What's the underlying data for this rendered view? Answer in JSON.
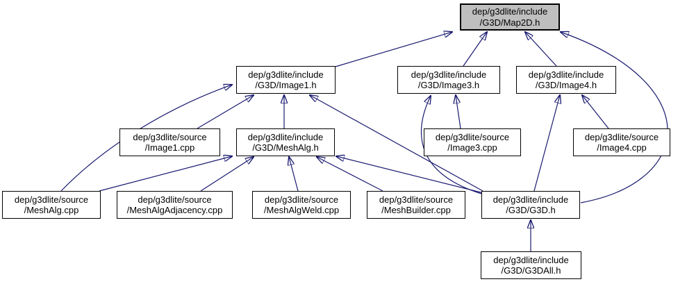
{
  "colors": {
    "background": "#ffffff",
    "edge": "#191970",
    "node_border": "#000000",
    "node_fill": "#ffffff",
    "root_node_fill": "#bfbfbf",
    "text": "#000000"
  },
  "graph": {
    "type": "include-dependency-graph",
    "root": "/G3D/Map2D.h",
    "nodes": {
      "map2d_h": {
        "line1": "dep/g3dlite/include",
        "line2": "/G3D/Map2D.h"
      },
      "image1_h": {
        "line1": "dep/g3dlite/include",
        "line2": "/G3D/Image1.h"
      },
      "image3_h": {
        "line1": "dep/g3dlite/include",
        "line2": "/G3D/Image3.h"
      },
      "image4_h": {
        "line1": "dep/g3dlite/include",
        "line2": "/G3D/Image4.h"
      },
      "image1_cpp": {
        "line1": "dep/g3dlite/source",
        "line2": "/Image1.cpp"
      },
      "meshalg_h": {
        "line1": "dep/g3dlite/include",
        "line2": "/G3D/MeshAlg.h"
      },
      "image3_cpp": {
        "line1": "dep/g3dlite/source",
        "line2": "/Image3.cpp"
      },
      "image4_cpp": {
        "line1": "dep/g3dlite/source",
        "line2": "/Image4.cpp"
      },
      "meshalg_cpp": {
        "line1": "dep/g3dlite/source",
        "line2": "/MeshAlg.cpp"
      },
      "meshalgadjacency_cpp": {
        "line1": "dep/g3dlite/source",
        "line2": "/MeshAlgAdjacency.cpp"
      },
      "meshalgweld_cpp": {
        "line1": "dep/g3dlite/source",
        "line2": "/MeshAlgWeld.cpp"
      },
      "meshbuilder_cpp": {
        "line1": "dep/g3dlite/source",
        "line2": "/MeshBuilder.cpp"
      },
      "g3d_h": {
        "line1": "dep/g3dlite/include",
        "line2": "/G3D/G3D.h"
      },
      "g3dall_h": {
        "line1": "dep/g3dlite/include",
        "line2": "/G3D/G3DAll.h"
      }
    },
    "edges": [
      {
        "from": "/G3D/Image1.h",
        "to": "/G3D/Map2D.h"
      },
      {
        "from": "/G3D/Image3.h",
        "to": "/G3D/Map2D.h"
      },
      {
        "from": "/G3D/Image4.h",
        "to": "/G3D/Map2D.h"
      },
      {
        "from": "/G3D/G3D.h",
        "to": "/G3D/Map2D.h"
      },
      {
        "from": "/Image1.cpp",
        "to": "/G3D/Image1.h"
      },
      {
        "from": "/G3D/MeshAlg.h",
        "to": "/G3D/Image1.h"
      },
      {
        "from": "/MeshAlg.cpp",
        "to": "/G3D/Image1.h"
      },
      {
        "from": "/G3D/G3D.h",
        "to": "/G3D/Image1.h"
      },
      {
        "from": "/MeshAlg.cpp",
        "to": "/G3D/MeshAlg.h"
      },
      {
        "from": "/MeshAlgAdjacency.cpp",
        "to": "/G3D/MeshAlg.h"
      },
      {
        "from": "/MeshAlgWeld.cpp",
        "to": "/G3D/MeshAlg.h"
      },
      {
        "from": "/MeshBuilder.cpp",
        "to": "/G3D/MeshAlg.h"
      },
      {
        "from": "/G3D/G3D.h",
        "to": "/G3D/MeshAlg.h"
      },
      {
        "from": "/Image3.cpp",
        "to": "/G3D/Image3.h"
      },
      {
        "from": "/G3D/G3D.h",
        "to": "/G3D/Image3.h"
      },
      {
        "from": "/Image4.cpp",
        "to": "/G3D/Image4.h"
      },
      {
        "from": "/G3D/G3D.h",
        "to": "/G3D/Image4.h"
      },
      {
        "from": "/G3D/G3DAll.h",
        "to": "/G3D/G3D.h"
      }
    ]
  }
}
